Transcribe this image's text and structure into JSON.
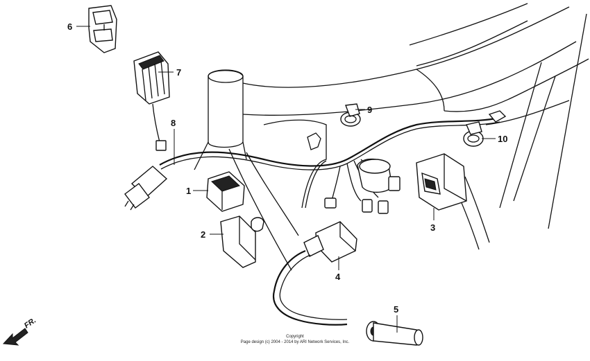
{
  "diagram": {
    "callouts": {
      "c1": "1",
      "c2": "2",
      "c3": "3",
      "c4": "4",
      "c5": "5",
      "c6": "6",
      "c7": "7",
      "c8": "8",
      "c9": "9",
      "c10": "10"
    },
    "direction_label": "FR.",
    "copyright": {
      "line1": "Copyright",
      "line2": "Page design (c) 2004 - 2014 by ARI Network Services, Inc."
    }
  }
}
